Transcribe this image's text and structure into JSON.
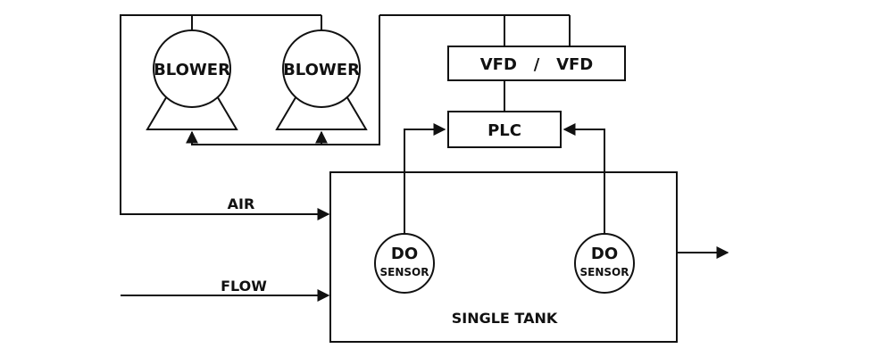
{
  "diagram": {
    "blower_left": "BLOWER",
    "blower_right": "BLOWER",
    "vfd": "VFD   /   VFD",
    "plc": "PLC",
    "air": "AIR",
    "flow": "FLOW",
    "tank": "SINGLE TANK",
    "sensor_left": {
      "top": "DO",
      "bottom": "SENSOR"
    },
    "sensor_right": {
      "top": "DO",
      "bottom": "SENSOR"
    }
  },
  "colors": {
    "stroke": "#111111",
    "background": "#ffffff"
  }
}
